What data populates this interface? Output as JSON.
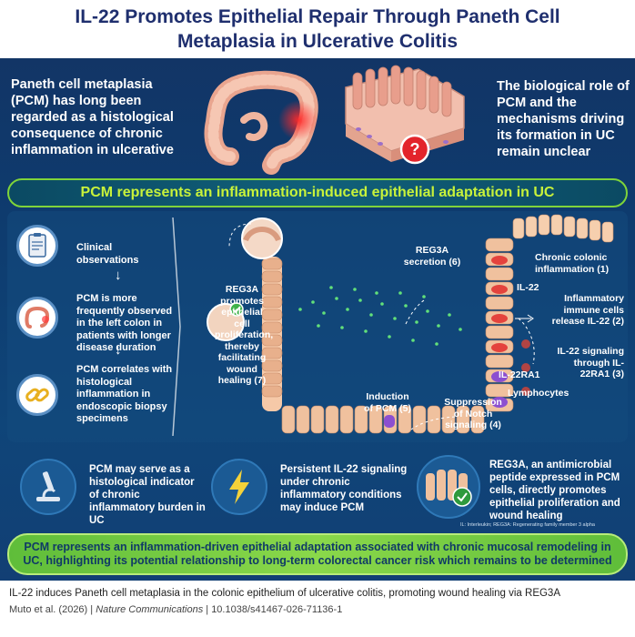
{
  "title": "IL-22 Promotes Epithelial Repair Through Paneth Cell Metaplasia in Ulcerative Colitis",
  "intro": {
    "left_text": "Paneth cell metaplasia (PCM) has long been regarded as a histological consequence of chronic inflammation in ulcerative",
    "right_text": "The biological role of PCM and the mechanisms driving its formation in UC remain unclear",
    "question_mark": "?"
  },
  "banner_mid": "PCM represents an inflammation-induced epithelial adaptation in UC",
  "clinical": {
    "heading": "Clinical observations",
    "obs1": "PCM is more frequently observed in the left colon in patients with longer disease duration",
    "obs2": "PCM correlates with histological inflammation in endoscopic biopsy specimens"
  },
  "diagram": {
    "step1": "Chronic colonic inflammation (1)",
    "step2": "Inflammatory immune cells release IL-22 (2)",
    "step3": "IL-22 signaling through IL-22RA1 (3)",
    "step4": "Suppression of Notch signaling (4)",
    "step5": "Induction of PCM (5)",
    "step6": "REG3A secretion (6)",
    "step7": "REG3A promotes epithelial cell proliferation, thereby facilitating wound healing (7)",
    "il22": "IL-22",
    "il22ra1": "IL-22RA1",
    "lymphocytes": "Lymphocytes"
  },
  "cards": {
    "card1": "PCM may serve as a histological indicator of chronic inflammatory burden in UC",
    "card2": "Persistent IL-22 signaling under chronic inflammatory conditions may induce PCM",
    "card3": "REG3A, an antimicrobial peptide expressed in PCM cells, directly promotes epithelial proliferation and wound healing"
  },
  "footnote": "IL: Interleukin; REG3A: Regenerating family member 3 alpha",
  "banner_bottom": "PCM represents an inflammation-driven epithelial adaptation associated with chronic mucosal remodeling in UC, highlighting its potential relationship to long-term colorectal cancer risk which remains to be determined",
  "caption": {
    "line1": "IL-22 induces Paneth cell metaplasia in the colonic epithelium of ulcerative colitis, promoting wound healing via REG3A",
    "authors": "Muto et al. (2026)",
    "journal": "Nature Communications",
    "doi": "10.1038/s41467-026-71136-1"
  },
  "colors": {
    "title": "#1f2f6e",
    "panel": "#0e3b6e",
    "banner_text": "#c8f23a",
    "banner_bottom": "#8ad84a"
  }
}
